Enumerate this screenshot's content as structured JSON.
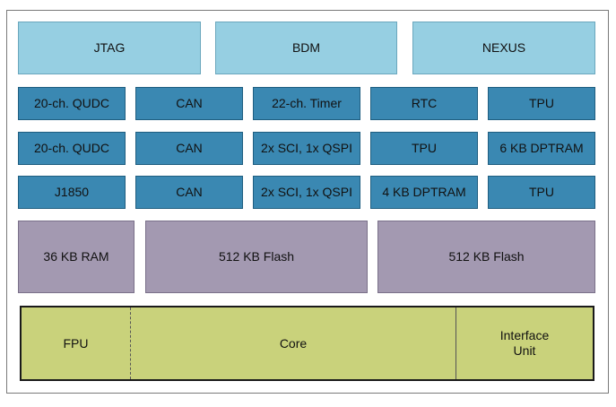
{
  "debug": [
    "JTAG",
    "BDM",
    "NEXUS"
  ],
  "peripherals": [
    [
      "20-ch. QUDC",
      "CAN",
      "22-ch. Timer",
      "RTC",
      "TPU"
    ],
    [
      "20-ch. QUDC",
      "CAN",
      "2x SCI, 1x QSPI",
      "TPU",
      "6 KB DPTRAM"
    ],
    [
      "J1850",
      "CAN",
      "2x SCI, 1x QSPI",
      "4 KB DPTRAM",
      "TPU"
    ]
  ],
  "memory": [
    "36 KB RAM",
    "512 KB Flash",
    "512 KB Flash"
  ],
  "core": {
    "fpu": "FPU",
    "core": "Core",
    "interface_line1": "Interface",
    "interface_line2": "Unit"
  },
  "colors": {
    "debug": "#96cfe2",
    "peripheral": "#3a88b2",
    "memory": "#a399b1",
    "core": "#c9d27b"
  }
}
